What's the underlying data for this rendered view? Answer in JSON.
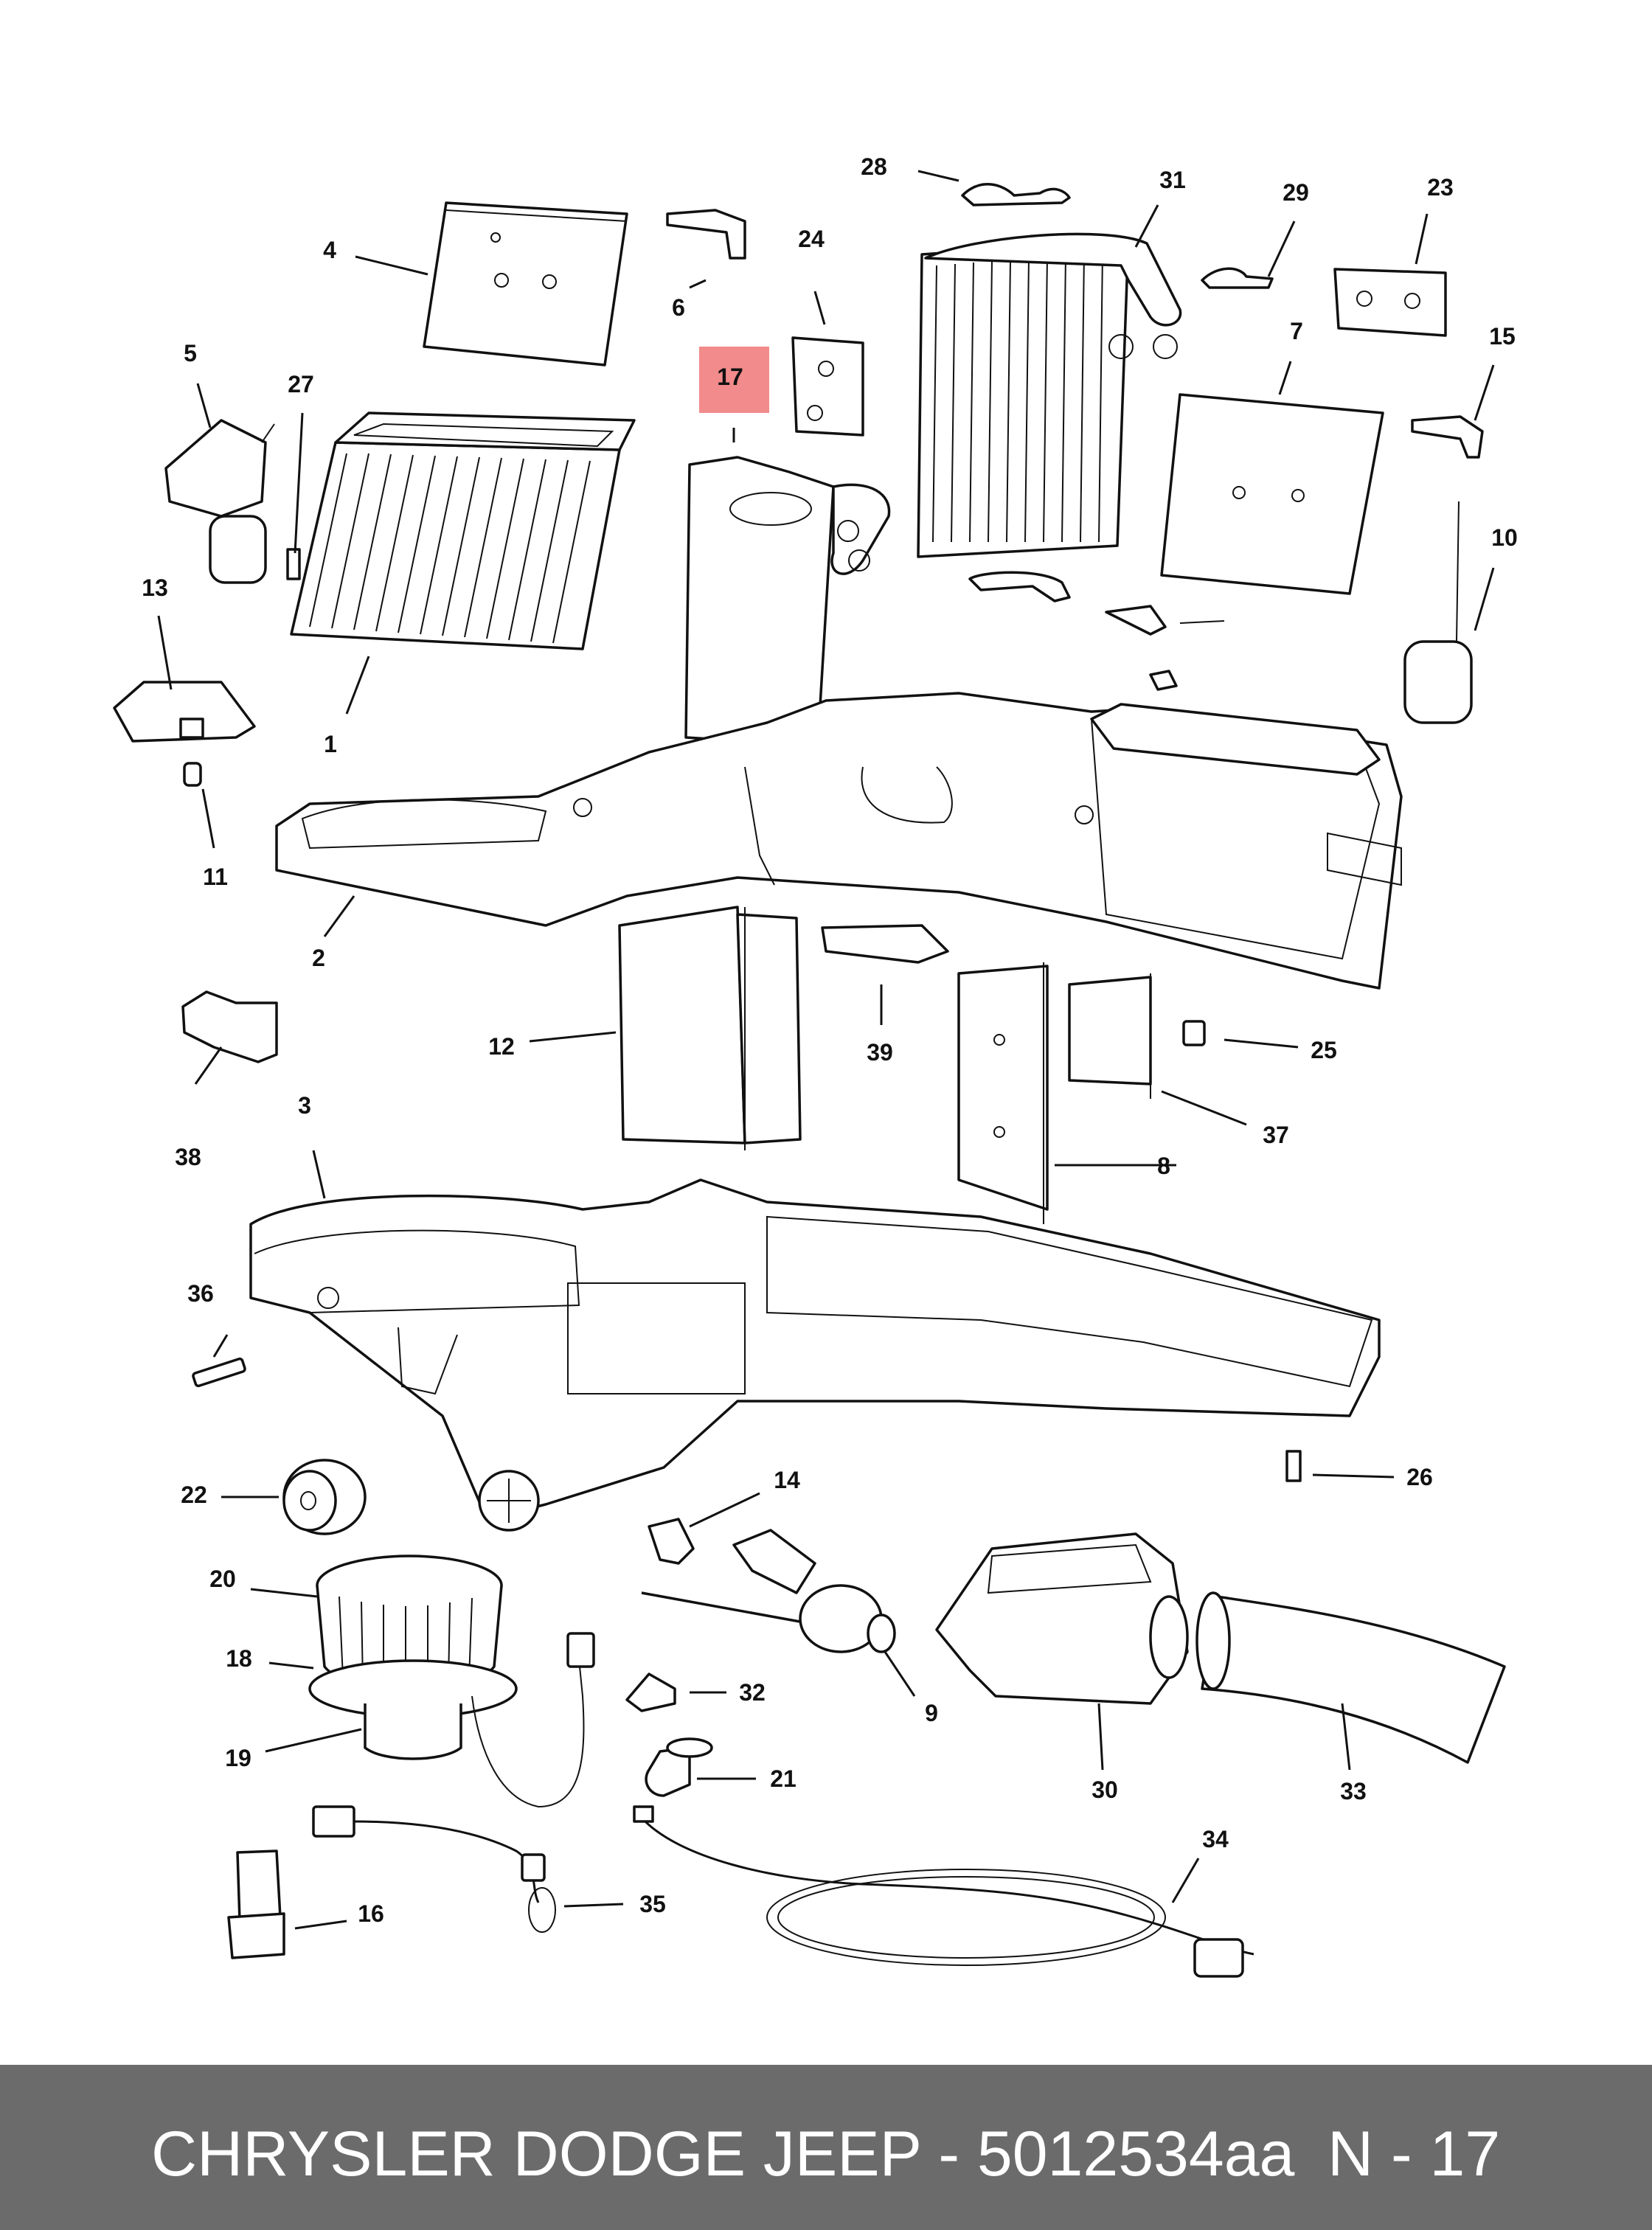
{
  "footer": {
    "title": "CHRYSLER DODGE JEEP - 5012534aa",
    "page": "N - 17"
  },
  "highlight": {
    "part": "17",
    "color": "#f28b8b"
  },
  "callouts": [
    "1",
    "2",
    "3",
    "4",
    "5",
    "6",
    "7",
    "8",
    "9",
    "10",
    "11",
    "12",
    "13",
    "14",
    "15",
    "16",
    "17",
    "18",
    "19",
    "20",
    "21",
    "22",
    "23",
    "24",
    "25",
    "26",
    "27",
    "28",
    "29",
    "30",
    "31",
    "32",
    "33",
    "34",
    "35",
    "36",
    "37",
    "38",
    "39"
  ]
}
